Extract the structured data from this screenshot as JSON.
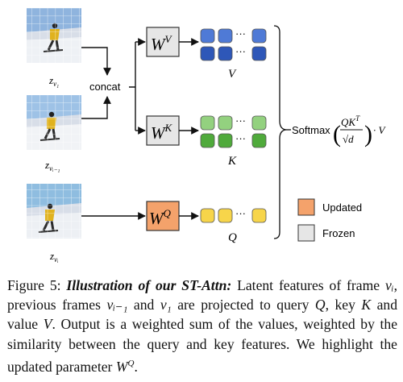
{
  "diagram": {
    "frames": [
      {
        "label_main": "z",
        "label_sub": "v₁",
        "sky": "#8fb4de",
        "snow": "#eef1f5"
      },
      {
        "label_main": "z",
        "label_sub": "vᵢ₋₁",
        "sky": "#9ec2e6",
        "snow": "#f1f3f6"
      },
      {
        "label_main": "z",
        "label_sub": "vᵢ",
        "sky": "#8fbde0",
        "snow": "#edf0f4"
      }
    ],
    "concat_label": "concat",
    "projections": [
      {
        "id": "v",
        "weight_main": "W",
        "weight_sup": "V",
        "output_label": "V",
        "state": "frozen",
        "token_color": "#4f7ad6",
        "token_color_dark": "#2e57b8",
        "rows": 2
      },
      {
        "id": "k",
        "weight_main": "W",
        "weight_sup": "K",
        "output_label": "K",
        "state": "frozen",
        "token_color": "#93d17f",
        "token_color_dark": "#4faa3b",
        "rows": 2
      },
      {
        "id": "q",
        "weight_main": "W",
        "weight_sup": "Q",
        "output_label": "Q",
        "state": "updated",
        "token_color": "#f7d54a",
        "token_color_dark": "#f7d54a",
        "rows": 1
      }
    ],
    "ellipsis": "···",
    "softmax": {
      "prefix": "Softmax",
      "numerator": "QK",
      "numerator_sup": "T",
      "denominator": "√d",
      "suffix": "· V"
    },
    "legend": [
      {
        "key": "updated",
        "label": "Updated",
        "color": "#f4a26b"
      },
      {
        "key": "frozen",
        "label": "Frozen",
        "color": "#e6e6e6"
      }
    ]
  },
  "caption": {
    "figure_label": "Figure 5:",
    "title": "Illustration of our ST-Attn:",
    "s1": "Latent features of frame ",
    "v_i": "vᵢ",
    "s2": ", previous frames ",
    "v_im1": "vᵢ₋₁",
    "s3": " and ",
    "v_1": "v₁",
    "s4": " are projected to query ",
    "Q": "Q",
    "s5": ", key ",
    "K": "K",
    "s6": " and value ",
    "V": "V",
    "s7": ".  Output is a weighted sum of the values, weighted by the similarity between the query and key features. We highlight the updated parameter ",
    "WQ": "W",
    "WQ_sup": "Q",
    "s8": "."
  }
}
